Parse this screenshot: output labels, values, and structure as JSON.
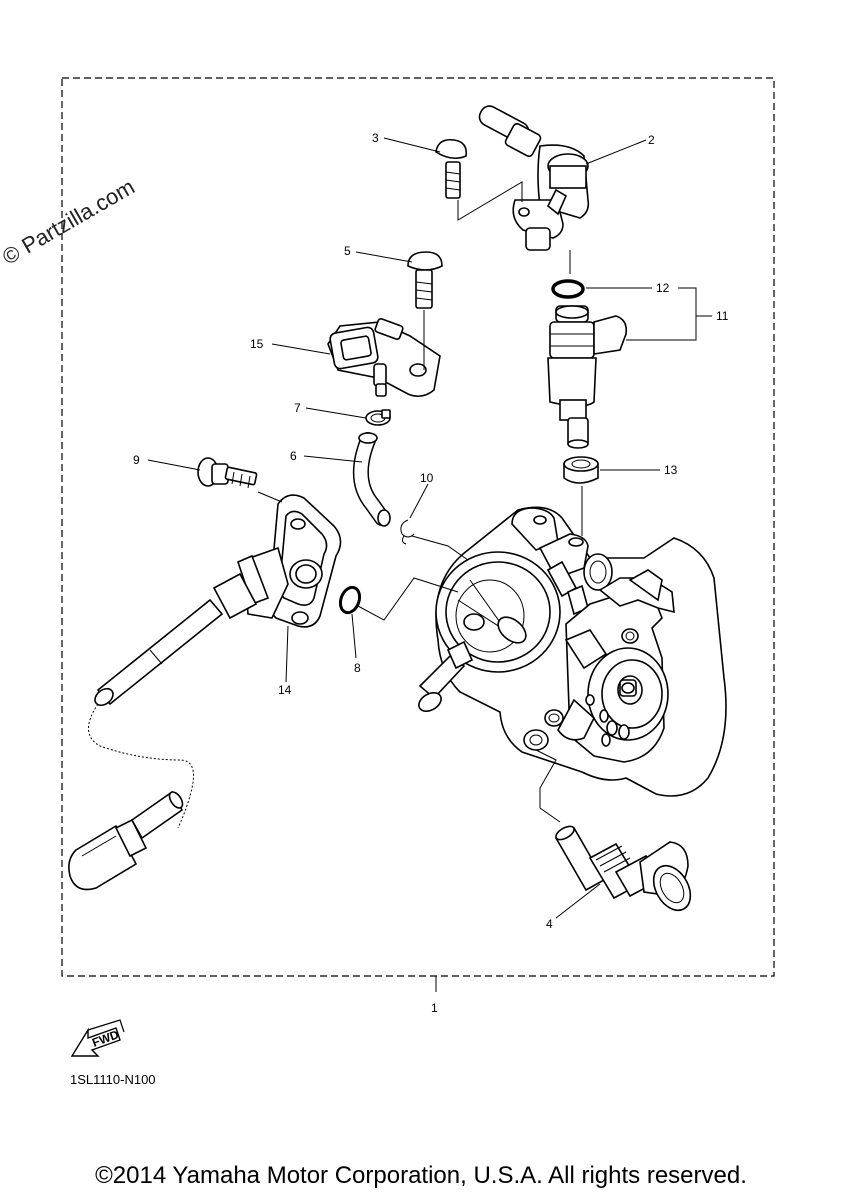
{
  "diagram": {
    "watermark": "© Partzilla.com",
    "diagram_code": "1SL1110-N100",
    "fwd_label": "FWD",
    "copyright": "©2014 Yamaha Motor Corporation, U.S.A. All rights reserved.",
    "callouts": {
      "c1": "1",
      "c2": "2",
      "c3": "3",
      "c4": "4",
      "c5": "5",
      "c6": "6",
      "c7": "7",
      "c8": "8",
      "c9": "9",
      "c10": "10",
      "c11": "11",
      "c12": "12",
      "c13": "13",
      "c14": "14",
      "c15": "15"
    }
  }
}
